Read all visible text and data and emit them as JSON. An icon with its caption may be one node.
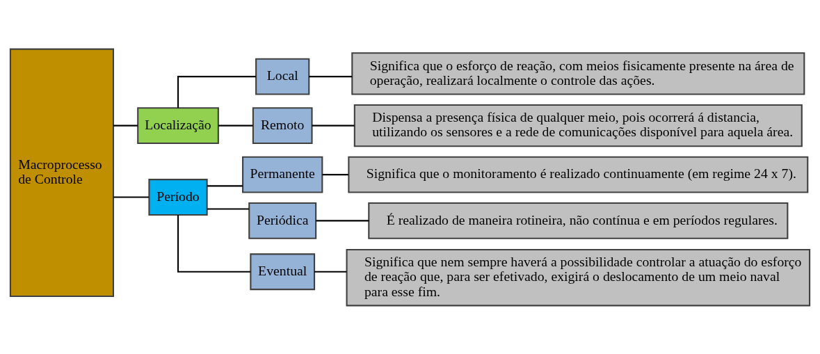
{
  "diagram": {
    "nodes": [
      {
        "text": [
          "Macroprocesso de Controle"
        ]
      },
      {
        "text": [
          "Localização"
        ]
      },
      {
        "text": [
          "Período"
        ]
      },
      {
        "text": [
          "Local"
        ]
      },
      {
        "text": [
          "Remoto"
        ]
      },
      {
        "text": [
          "Permanente"
        ]
      },
      {
        "text": [
          "Periódica"
        ]
      },
      {
        "text": [
          "Eventual"
        ]
      },
      {
        "text": [
          "Significa que o esforço de reação, com meios fisicamente presente na área de operação, realizará localmente o controle das ações."
        ]
      },
      {
        "text": [
          "Dispensa a presença física de qualquer meio, pois ocorrerá á distancia, utilizando os sensores e a rede de comunicações disponível para aquela área."
        ]
      },
      {
        "text": [
          "Significa que o monitoramento é realizado continuamente (em regime 24 x 7)."
        ]
      },
      {
        "text": [
          "É realizado de maneira rotineira, não contínua e em períodos regulares."
        ]
      },
      {
        "text": [
          "Significa que nem sempre haverá a possibilidade controlar a atuação do esforço de reação que, para ser efetivado, exigirá o deslocamento de um meio naval para esse fim."
        ]
      }
    ],
    "edges": [
      {
        "from": 0,
        "to": 1,
        "arrow": "none"
      },
      {
        "from": 0,
        "to": 2,
        "arrow": "none"
      },
      {
        "from": 1,
        "to": 3,
        "arrow": "none"
      },
      {
        "from": 1,
        "to": 4,
        "arrow": "none"
      },
      {
        "from": 2,
        "to": 5,
        "arrow": "none"
      },
      {
        "from": 2,
        "to": 6,
        "arrow": "none"
      },
      {
        "from": 2,
        "to": 7,
        "arrow": "none"
      },
      {
        "from": 3,
        "to": 8,
        "arrow": "none"
      },
      {
        "from": 4,
        "to": 9,
        "arrow": "none"
      },
      {
        "from": 5,
        "to": 10,
        "arrow": "none"
      },
      {
        "from": 6,
        "to": 11,
        "arrow": "none"
      },
      {
        "from": 7,
        "to": 12,
        "arrow": "none"
      }
    ]
  }
}
